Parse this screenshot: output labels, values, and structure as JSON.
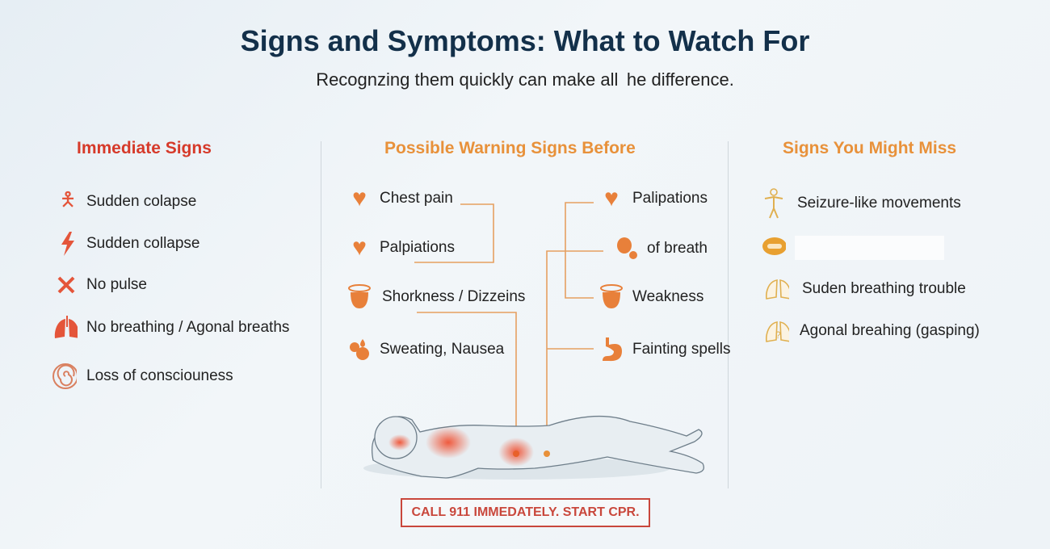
{
  "header": {
    "title": "Signs and Symptoms: What to Watch For",
    "subtitle": "Recognzing them quickly can make all  he difference."
  },
  "colors": {
    "red": "#d63a2a",
    "orange": "#e8913a",
    "gold": "#e0b050",
    "navy": "#13304a"
  },
  "immediate": {
    "heading": "Immediate Signs",
    "items": [
      {
        "label": "Sudden colapse",
        "icon": "falling-person-icon"
      },
      {
        "label": "Sudden collapse",
        "icon": "lightning-icon"
      },
      {
        "label": "No pulse",
        "icon": "x-icon"
      },
      {
        "label": "No breathing / Agonal breaths",
        "icon": "lungs-icon"
      },
      {
        "label": "Loss of consciouness",
        "icon": "spiral-icon"
      }
    ]
  },
  "warning": {
    "heading": "Possible Warning Signs Before",
    "left": [
      {
        "label": "Chest pain",
        "icon": "broken-heart-icon"
      },
      {
        "label": "Palpiations",
        "icon": "broken-heart-icon"
      },
      {
        "label": "Shorkness / Dizzeins",
        "icon": "dizzy-head-icon"
      },
      {
        "label": "Sweating, Nausea",
        "icon": "sweat-icon"
      }
    ],
    "right": [
      {
        "label": "Palipations",
        "icon": "heart-organ-icon"
      },
      {
        "label": "of breath",
        "icon": "lung-icon"
      },
      {
        "label": "Weakness",
        "icon": "dizzy-head-icon"
      },
      {
        "label": "Fainting spells",
        "icon": "stomach-icon"
      }
    ]
  },
  "miss": {
    "heading": "Signs You Might Miss",
    "items": [
      {
        "label": "Seizure-like movements",
        "icon": "shaking-person-icon"
      },
      {
        "label": "",
        "icon": "mouth-icon"
      },
      {
        "label": "Suden breathing trouble",
        "icon": "lungs-outline-icon"
      },
      {
        "label": "Agonal breahing (gasping)",
        "icon": "lungs-question-icon"
      }
    ]
  },
  "cta": "CALL 911 IMMEDATELY. START CPR."
}
